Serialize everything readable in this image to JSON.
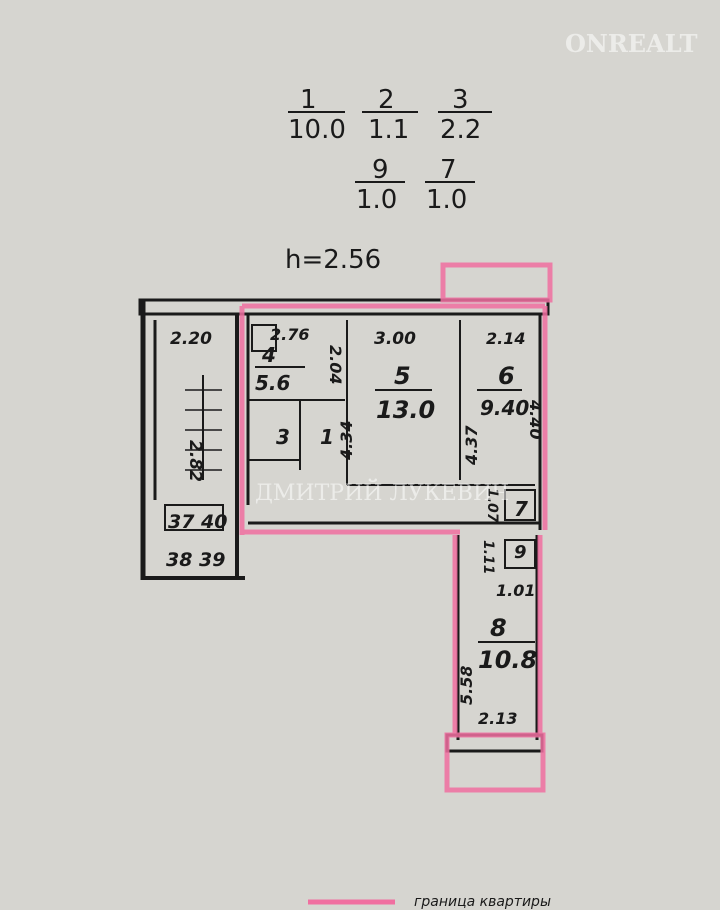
{
  "summary": {
    "rooms": [
      {
        "number": "1",
        "area": "10.0"
      },
      {
        "number": "2",
        "area": "1.1"
      },
      {
        "number": "3",
        "area": "2.2"
      },
      {
        "number": "9",
        "area": "1.0"
      },
      {
        "number": "7",
        "area": "1.0"
      }
    ],
    "ceiling_height": "h=2.56"
  },
  "plan": {
    "staircase": {
      "width": "2.20",
      "length": "2.82",
      "landing_top": "37 40",
      "landing_bottom": "38 39"
    },
    "room4": {
      "number": "4",
      "area": "5.6",
      "width": "2.76",
      "depth": "2.04"
    },
    "room5": {
      "number": "5",
      "area": "13.0",
      "width": "3.00",
      "depth": "4.34"
    },
    "room6": {
      "number": "6",
      "area": "9.40",
      "width": "2.14",
      "depth_left": "4.37",
      "depth_right": "4.40"
    },
    "room3": {
      "number": "3"
    },
    "room1": {
      "number": "1"
    },
    "room7": {
      "number": "7",
      "dim": "1.07"
    },
    "room9": {
      "number": "9",
      "dim": "1.11",
      "width": "1.01"
    },
    "room8": {
      "number": "8",
      "area": "10.8",
      "length": "5.58",
      "width": "2.13"
    }
  },
  "legend": {
    "label": "граница квартиры",
    "color": "#f06fa0"
  },
  "watermarks": {
    "agency": "ONREALT",
    "author": "ДМИТРИЙ ЛУКЕВИЧ"
  },
  "colors": {
    "paper": "#d6d5d0",
    "ink": "#1a1a1a",
    "boundary": "#f06fa0"
  }
}
